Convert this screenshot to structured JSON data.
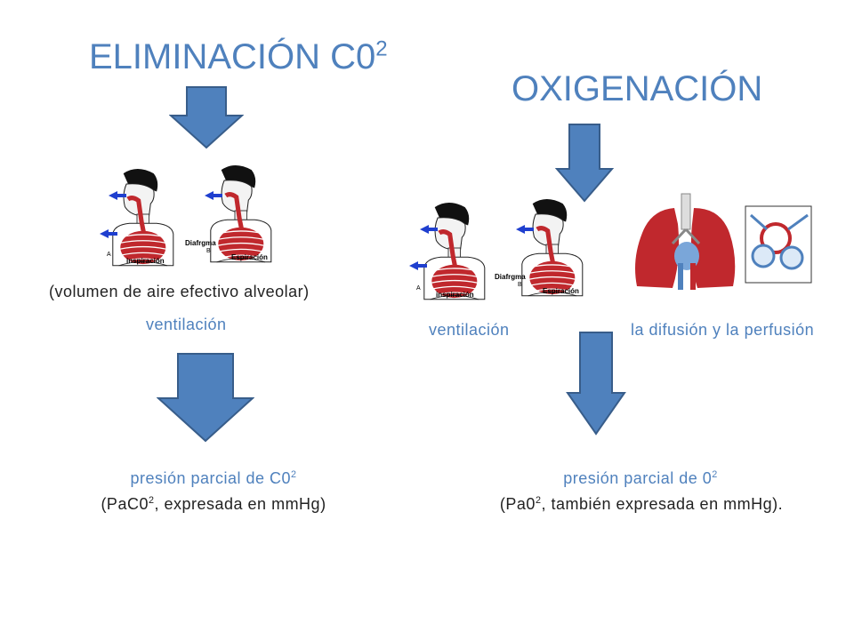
{
  "left": {
    "title": "ELIMINACIÓN C0",
    "title_sup": "2",
    "note": "(volumen de aire efectivo alveolar)",
    "ventilation": "ventilación",
    "result_line1": "presión parcial de C0",
    "result_line1_sup": "2",
    "result_line2_a": "(PaC0",
    "result_line2_sup": "2",
    "result_line2_b": ", expresada en mmHg)"
  },
  "right": {
    "title": "OXIGENACIÓN",
    "ventilation": "ventilación",
    "diffusion": "la difusión y la perfusión",
    "result_line1": "presión parcial de 0",
    "result_line1_sup": "2",
    "result_line2_a": "(Pa0",
    "result_line2_sup": "2",
    "result_line2_b": ", también expresada en mmHg)."
  },
  "figure_labels": {
    "inspiracion": "inspiración",
    "espiracion": "Espiración",
    "diafragma": "Diafrgma",
    "label_a": "A",
    "label_b": "B"
  },
  "colors": {
    "accent": "#4f81bd",
    "arrow_fill": "#4f81bd",
    "arrow_stroke": "#385d8a",
    "lung_red": "#c0282d",
    "text_dark": "#222222"
  }
}
